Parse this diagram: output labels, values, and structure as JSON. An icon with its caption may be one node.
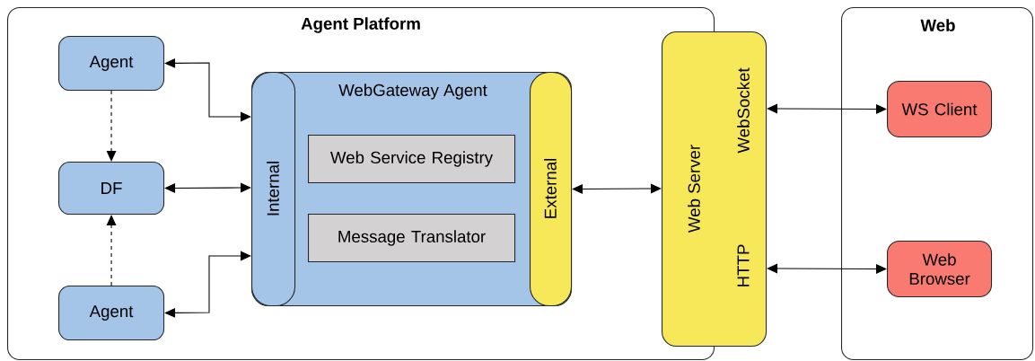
{
  "diagram": {
    "nodes": [
      {
        "text": [
          "Agent Platform"
        ]
      },
      {
        "text": [
          "Agent"
        ],
        "in": 0
      },
      {
        "text": [
          "DF"
        ],
        "in": 0
      },
      {
        "text": [
          "Agent"
        ],
        "in": 0
      },
      {
        "text": [
          "WebGateway Agent"
        ],
        "in": 0
      },
      {
        "text": [
          "Internal"
        ],
        "in": 4
      },
      {
        "text": [
          "Web Service Registry"
        ],
        "in": 4
      },
      {
        "text": [
          "Message Translator"
        ],
        "in": 4
      },
      {
        "text": [
          "External"
        ],
        "in": 4
      },
      {
        "text": [
          "Web Server",
          "WebSocket",
          "HTTP"
        ]
      },
      {
        "text": [
          "Web"
        ]
      },
      {
        "text": [
          "WS Client"
        ],
        "in": 10
      },
      {
        "text": [
          "Web Browser"
        ],
        "in": 10
      }
    ],
    "edges": [
      {
        "from": 1,
        "to": 2,
        "arrow": "to",
        "style": "dashed"
      },
      {
        "from": 3,
        "to": 2,
        "arrow": "to",
        "style": "dashed"
      },
      {
        "from": 1,
        "to": 5,
        "arrow": "both"
      },
      {
        "from": 2,
        "to": 5,
        "arrow": "both"
      },
      {
        "from": 3,
        "to": 5,
        "arrow": "both"
      },
      {
        "from": 8,
        "to": 9,
        "arrow": "both"
      },
      {
        "from": 9,
        "to": 11,
        "arrow": "both"
      },
      {
        "from": 9,
        "to": 12,
        "arrow": "both"
      }
    ]
  }
}
